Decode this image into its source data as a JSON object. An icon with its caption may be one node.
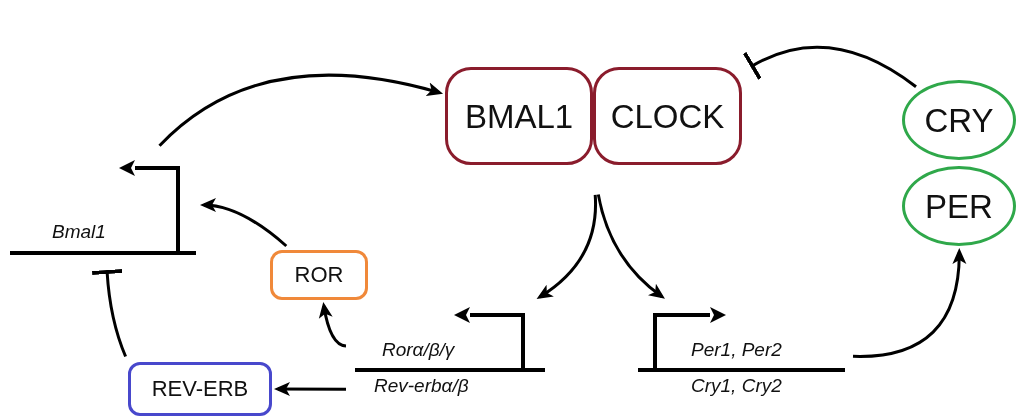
{
  "diagram": {
    "nodes": [
      {
        "text": [
          "BMAL1"
        ]
      },
      {
        "text": [
          "CLOCK"
        ]
      },
      {
        "text": [
          "CRY"
        ]
      },
      {
        "text": [
          "PER"
        ]
      },
      {
        "text": [
          "*Bmal1*"
        ]
      },
      {
        "text": [
          "ROR"
        ]
      },
      {
        "text": [
          "REV-ERB"
        ]
      },
      {
        "text": [
          "*Rorα/β/γ*",
          "*Rev-erbα/β*"
        ]
      },
      {
        "text": [
          "*Per1, Per2*",
          "*Cry1, Cry2*"
        ]
      }
    ],
    "edges": [
      {
        "from": 4,
        "to": 0,
        "arrow": "to"
      },
      {
        "from": 2,
        "to": 1,
        "arrow": "other"
      },
      {
        "from": 0,
        "to": 7,
        "arrow": "to"
      },
      {
        "from": 1,
        "to": 8,
        "arrow": "to"
      },
      {
        "from": 8,
        "to": 3,
        "arrow": "to"
      },
      {
        "from": 7,
        "to": 5,
        "arrow": "to"
      },
      {
        "from": 7,
        "to": 6,
        "arrow": "to"
      },
      {
        "from": 5,
        "to": 4,
        "arrow": "to"
      },
      {
        "from": 6,
        "to": 4,
        "arrow": "other"
      }
    ]
  }
}
